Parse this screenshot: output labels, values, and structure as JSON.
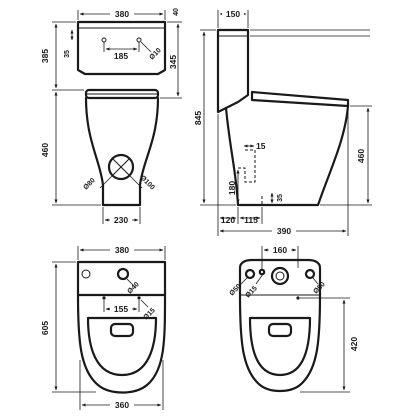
{
  "front_view": {
    "width_top": "380",
    "height_cistern": "385",
    "depth_ref": "35",
    "button_spacing": "185",
    "button_dia": "Ø10",
    "height_lid": "345",
    "height_total": "460",
    "outlet_inner": "Ø80",
    "outlet_outer": "Ø100",
    "base_width": "230"
  },
  "side_view": {
    "cistern_depth": "150",
    "lid_thickness": "40",
    "height_total": "845",
    "height_seat": "460",
    "outlet_offset": "15",
    "outlet_height": "180",
    "pipe_depth": "35",
    "rear_gap": "120",
    "outlet_to_wall": "115",
    "total_depth": "390"
  },
  "plan_view_left": {
    "width_top": "380",
    "length": "605",
    "hole_dia_large": "Ø40",
    "hole_spacing": "155",
    "hole_dia_small": "Ø15",
    "base_width": "360"
  },
  "plan_view_right": {
    "hole_spacing": "160",
    "hole_dia_left": "Ø50",
    "hole_dia_mid": "Ø15",
    "hole_dia_right": "Ø50",
    "depth": "420"
  }
}
